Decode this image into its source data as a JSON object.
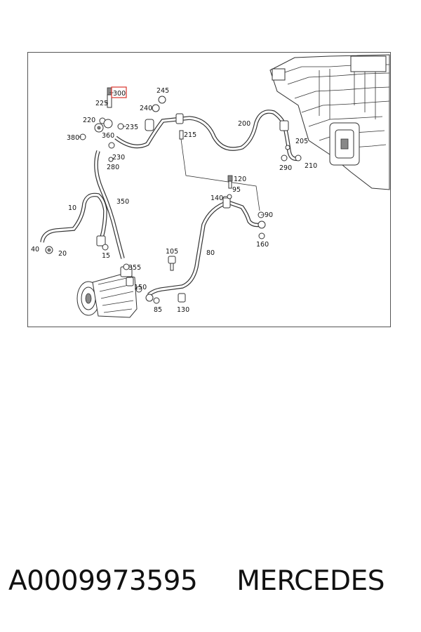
{
  "diagram": {
    "labels": [
      "300",
      "245",
      "225",
      "240",
      "220",
      "235",
      "380",
      "360",
      "215",
      "200",
      "230",
      "280",
      "205",
      "290",
      "210",
      "120",
      "95",
      "140",
      "90",
      "350",
      "10",
      "160",
      "40",
      "20",
      "15",
      "105",
      "80",
      "355",
      "150",
      "85",
      "130"
    ],
    "highlighted_label": "300",
    "highlight_color": "#d9342b"
  },
  "caption": {
    "part_number": "A0009973595",
    "brand": "MERCEDES"
  }
}
